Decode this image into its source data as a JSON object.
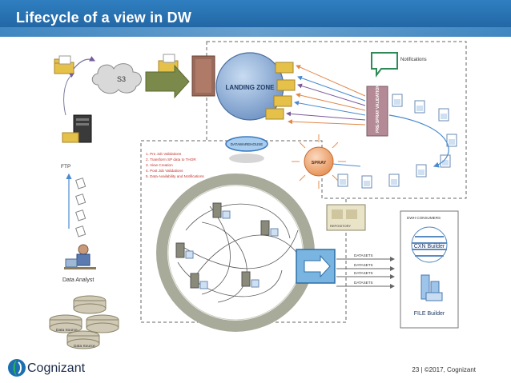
{
  "title": "Lifecycle of a view in DW",
  "diagram": {
    "s3_label": "S3",
    "landing_zone": "LANDING ZONE",
    "notifications": "Notifications",
    "pre_spray": "PRE-SPRAY VALIDATION",
    "datawarehouse": "DATAWAREHOUSE",
    "spray": "SPRAY",
    "steps": [
      "1. Pre Job Validations",
      "2. Transform SP data to THOR",
      "3. View Creation",
      "4. Post Job Validations",
      "5. Data Availability and Notifications"
    ],
    "ftp": "FTP",
    "data_analyst": "Data Analyst",
    "data_source": "Data Source",
    "repository": "REPOSITORY",
    "consumers_title": "DWH CONSUMERS",
    "cxn_builder": "CXN Builder",
    "file_builder": "FILE Builder",
    "datasets": [
      "DATASETS",
      "DATASETS",
      "DATASETS",
      "DATASETS"
    ]
  },
  "footer": {
    "brand": "Cognizant",
    "page_number": "23",
    "separator": "|",
    "copyright": "©2017, Cognizant"
  }
}
